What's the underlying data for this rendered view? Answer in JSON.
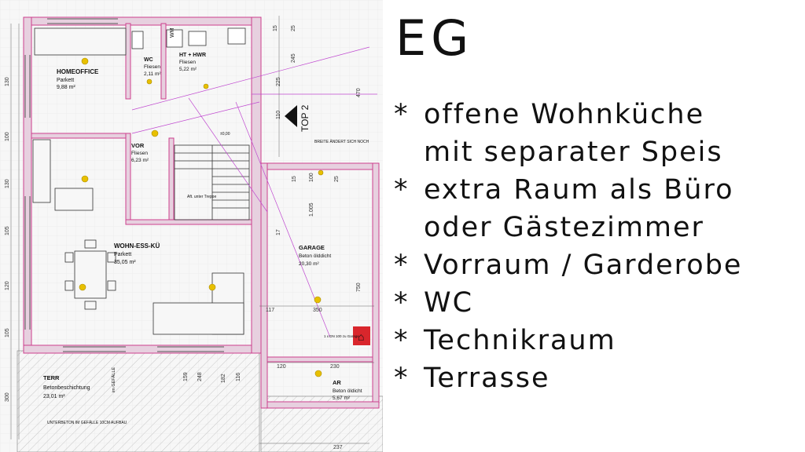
{
  "features_panel": {
    "title": "EG",
    "lines": [
      {
        "bullet": "*",
        "text": "offene Wohnküche"
      },
      {
        "bullet": "",
        "text": "mit separater Speis"
      },
      {
        "bullet": "*",
        "text": "extra Raum als Büro"
      },
      {
        "bullet": "",
        "text": "oder Gästezimmer"
      },
      {
        "bullet": "*",
        "text": "Vorraum / Garderobe"
      },
      {
        "bullet": "*",
        "text": "WC"
      },
      {
        "bullet": "*",
        "text": "Technikraum"
      },
      {
        "bullet": "*",
        "text": "Terrasse"
      }
    ]
  },
  "floor_plan": {
    "rooms": [
      {
        "name": "HOMEOFFICE",
        "floor": "Parkett",
        "area": "9,88 m²"
      },
      {
        "name": "WC",
        "floor": "Fliesen",
        "area": "2,11 m²"
      },
      {
        "name": "HT + HWR",
        "floor": "Fliesen",
        "area": "5,22 m²"
      },
      {
        "name": "VOR",
        "floor": "Fliesen",
        "area": "6,23 m²"
      },
      {
        "name": "WOHN-ESS-KÜ",
        "floor": "Parkett",
        "area": "35,05 m²"
      },
      {
        "name": "GARAGE",
        "floor": "Beton ölddicht",
        "area": "20,30 m²"
      },
      {
        "name": "AR",
        "floor": "Beton öldicht",
        "area": "5,67 m²"
      },
      {
        "name": "TERR",
        "floor": "Betonbeschichtung",
        "area": "23,01 m²"
      }
    ],
    "labels": {
      "top": "TOP 2",
      "wm": "WM",
      "stair": "Aft. unter Treppe",
      "brett": "BREITE ÄNDERT SICH NOCH",
      "level": "±0,00",
      "gefaelle": "im GEFÄLLE",
      "unterbeton": "UNTERBETON IM GEFÄLLE 10CM AUFBAU",
      "dn": "1 x DN 100 zu Garage"
    },
    "dimensions": [
      "245",
      "25",
      "470",
      "15",
      "130",
      "130",
      "100",
      "105",
      "120",
      "105",
      "110",
      "225",
      "350",
      "117",
      "17",
      "750",
      "300",
      "159",
      "182",
      "116",
      "248",
      "237",
      "120",
      "230",
      "25",
      "100",
      "15",
      "1.005"
    ],
    "colors": {
      "wall_fill": "#e7d0df",
      "wall_stroke": "#cc3f8e",
      "terrace_hatch": "#bfbfbf",
      "fire_sign": "#d9262c",
      "marker": "#e8c000"
    }
  }
}
